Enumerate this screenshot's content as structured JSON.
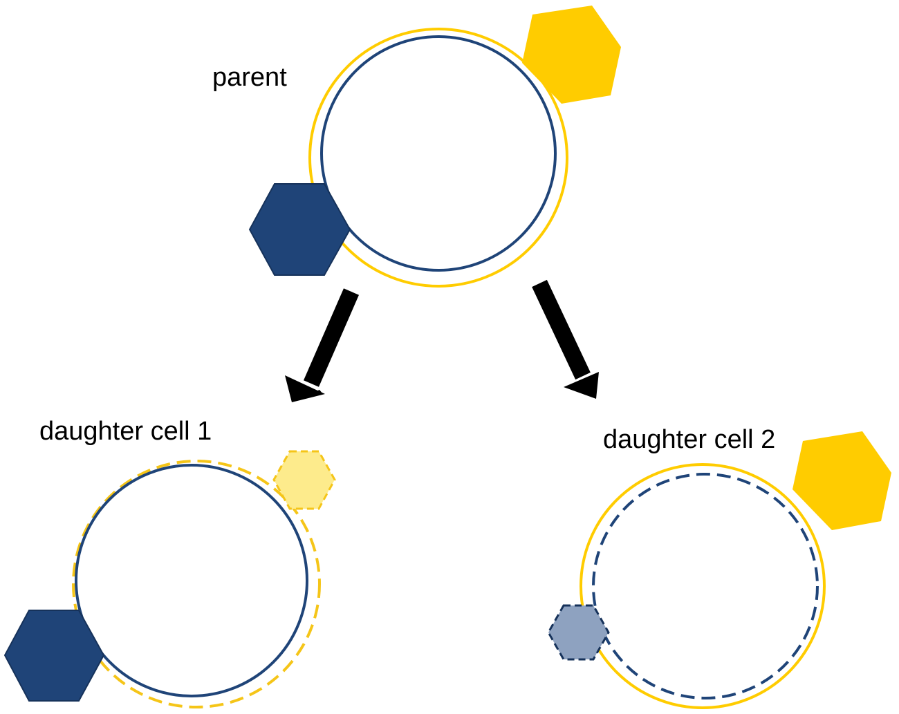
{
  "labels": {
    "parent": "parent",
    "daughter1": "daughter cell 1",
    "daughter2": "daughter cell 2"
  },
  "colors": {
    "navy": "#1f4478",
    "gold": "#ffcc00",
    "gold_light": "#fdeb8c",
    "gold_dash": "#f5c518",
    "navy_light": "#8ea2c0",
    "arrow": "#000000"
  }
}
